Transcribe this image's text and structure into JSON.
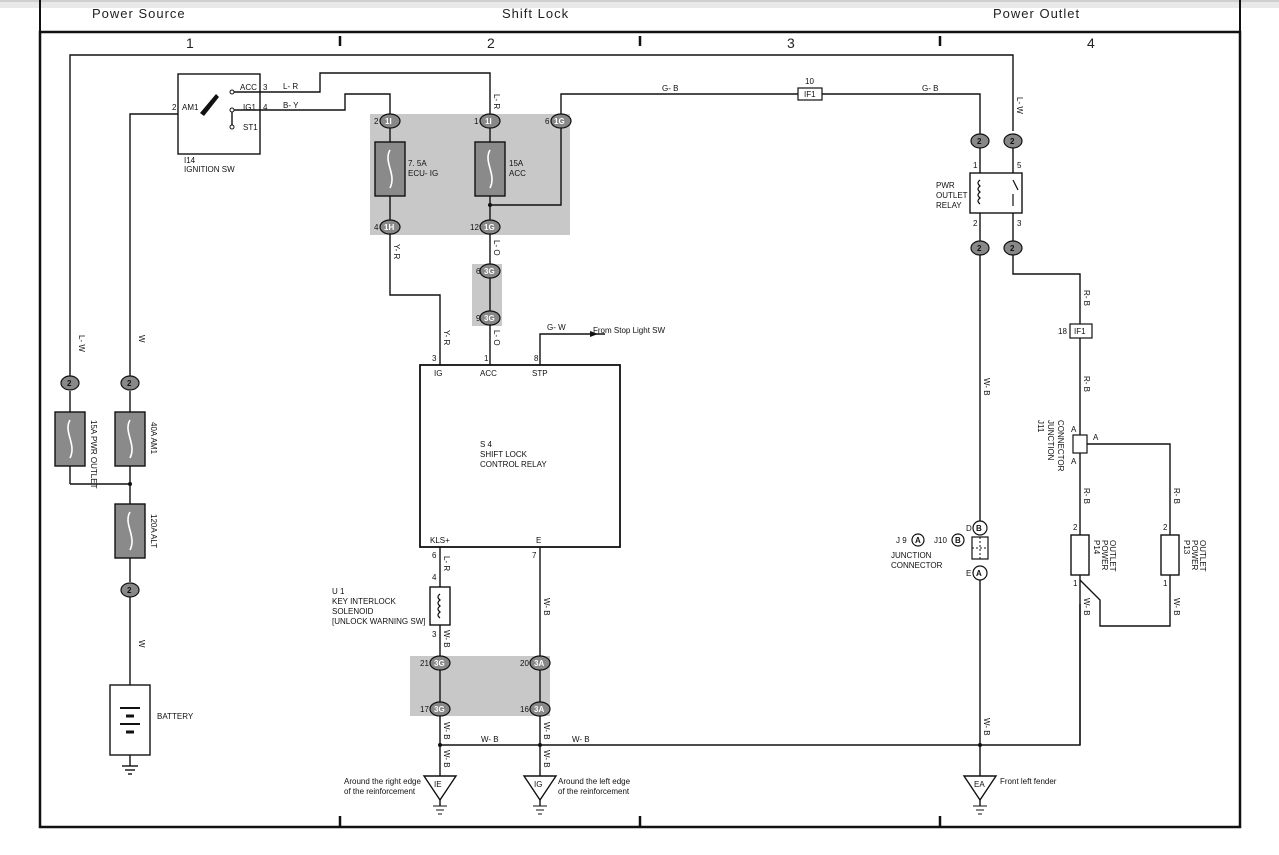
{
  "header": {
    "sections": [
      "Power Source",
      "Shift Lock",
      "Power Outlet"
    ],
    "columns": [
      "1",
      "2",
      "3",
      "4"
    ]
  },
  "ignition": {
    "id": "I14",
    "name": "IGNITION SW",
    "terminals": [
      "ACC",
      "IG1",
      "ST1",
      "AM1"
    ],
    "pins": [
      "3",
      "4",
      "2"
    ]
  },
  "fuses": {
    "ecu_ig": "7. 5A\nECU- IG",
    "acc": "15A\nACC",
    "pwr_outlet": "15A PWR OUTLET",
    "am1": "40A AM1",
    "alt": "120A ALT",
    "if1_top_pin": "10",
    "if1_bottom_pin": "18",
    "if1": "IF1"
  },
  "relay": {
    "id": "S 4",
    "name1": "SHIFT LOCK",
    "name2": "CONTROL RELAY",
    "terms": [
      "IG",
      "ACC",
      "STP",
      "KLS+",
      "E"
    ],
    "pins": [
      "3",
      "1",
      "8",
      "6",
      "7"
    ]
  },
  "pwr_relay": {
    "l1": "PWR",
    "l2": "OUTLET",
    "l3": "RELAY"
  },
  "solenoid": {
    "l1": "U 1",
    "l2": "KEY INTERLOCK",
    "l3": "SOLENOID",
    "l4": "[UNLOCK WARNING SW]"
  },
  "junction": {
    "j9": "J 9",
    "j10": "J10",
    "l1": "JUNCTION",
    "l2": "CONNECTOR",
    "j11": "J11",
    "j11a": "JUNCTION",
    "j11b": "CONNECTOR"
  },
  "outlets": {
    "p14a": "P14",
    "p14b": "POWER",
    "p14c": "OUTLET",
    "p13a": "P13",
    "p13b": "POWER",
    "p13c": "OUTLET"
  },
  "battery": "BATTERY",
  "stop_light": "From Stop Light SW",
  "grounds": {
    "ie": "IE",
    "ig": "IG",
    "ea": "EA",
    "ie_l1": "Around the right edge",
    "ie_l2": "of the reinforcement",
    "ig_l1": "Around the left edge",
    "ig_l2": "of the reinforcement",
    "ea_l1": "Front left fender"
  },
  "wires": {
    "lr": "L- R",
    "by": "B- Y",
    "gb": "G- B",
    "lw": "L- W",
    "w": "W",
    "yr": "Y- R",
    "lo": "L- O",
    "gw": "G- W",
    "wb": "W- B",
    "rb": "R- B"
  },
  "connectors": {
    "c1i": "1I",
    "c1g": "1G",
    "c1h": "1H",
    "c3g": "3G",
    "c3a": "3A",
    "c2": "2",
    "ca": "A",
    "cb": "B",
    "cd": "D",
    "ce": "E"
  },
  "colors": {
    "box_fill": "#c8c8c8",
    "fuse_fill": "#8a8a8a",
    "line": "#111111"
  }
}
